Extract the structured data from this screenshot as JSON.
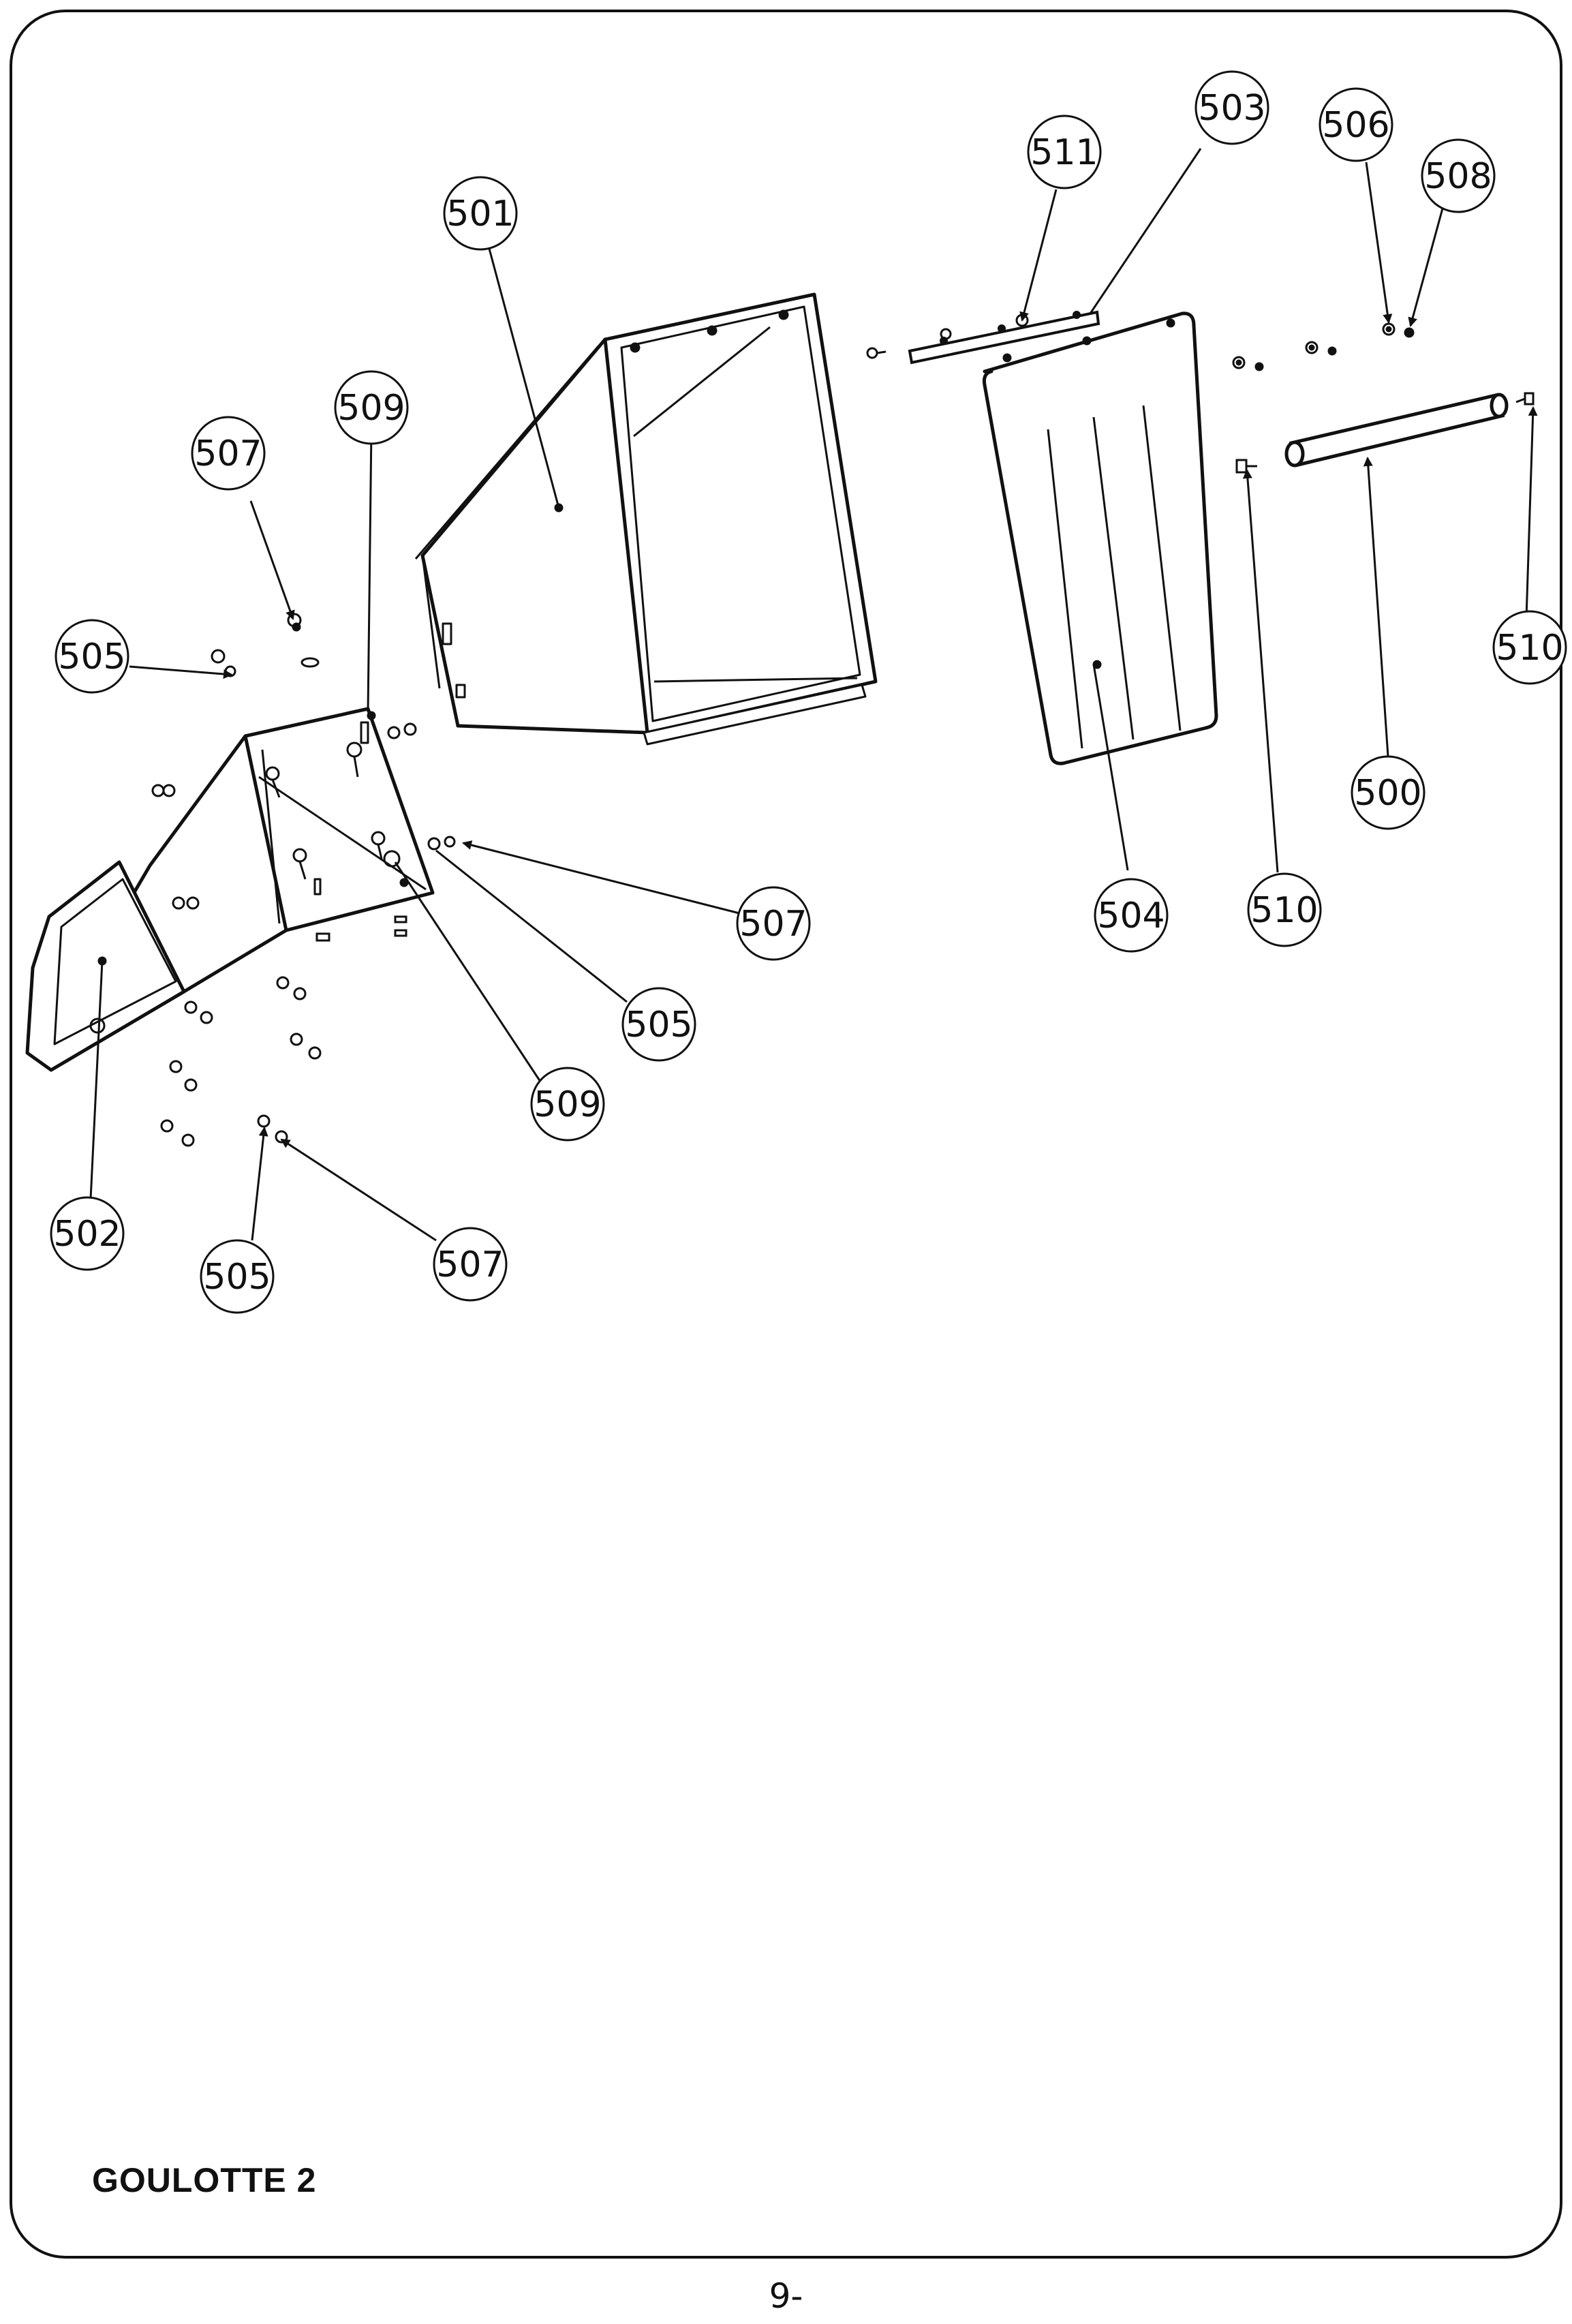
{
  "title": "GOULOTTE 2",
  "page_number": "9-",
  "callouts": [
    {
      "id": "c500",
      "label": "500"
    },
    {
      "id": "c501",
      "label": "501"
    },
    {
      "id": "c502",
      "label": "502"
    },
    {
      "id": "c503",
      "label": "503"
    },
    {
      "id": "c504",
      "label": "504"
    },
    {
      "id": "c505a",
      "label": "505"
    },
    {
      "id": "c505b",
      "label": "505"
    },
    {
      "id": "c505c",
      "label": "505"
    },
    {
      "id": "c506",
      "label": "506"
    },
    {
      "id": "c507a",
      "label": "507"
    },
    {
      "id": "c507b",
      "label": "507"
    },
    {
      "id": "c507c",
      "label": "507"
    },
    {
      "id": "c508",
      "label": "508"
    },
    {
      "id": "c509a",
      "label": "509"
    },
    {
      "id": "c509b",
      "label": "509"
    },
    {
      "id": "c510a",
      "label": "510"
    },
    {
      "id": "c510b",
      "label": "510"
    },
    {
      "id": "c511",
      "label": "511"
    }
  ]
}
